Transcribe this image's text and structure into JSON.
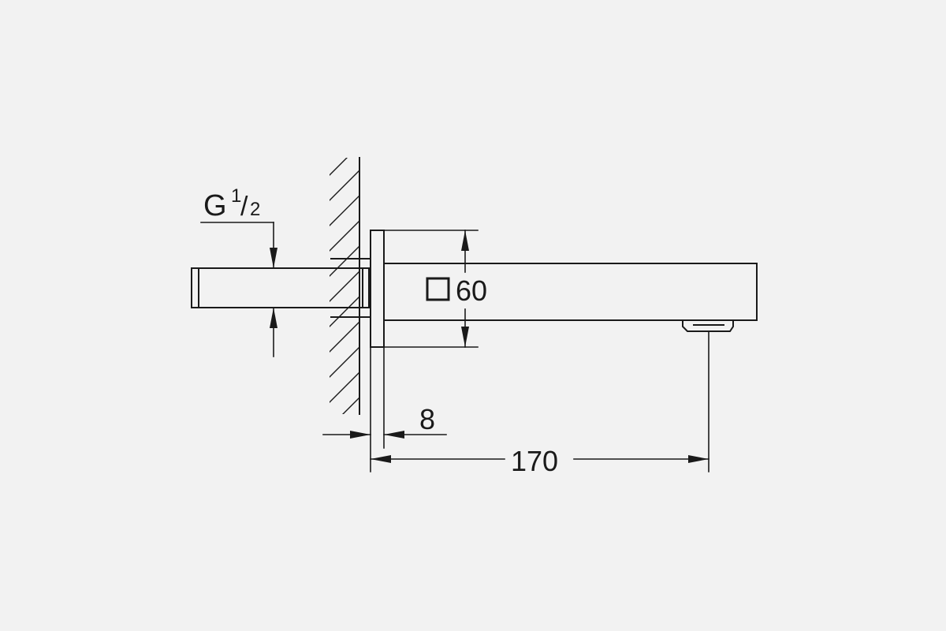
{
  "colors": {
    "background": "#f2f2f2",
    "line": "#1a1a1a"
  },
  "labels": {
    "thread_prefix": "G",
    "thread_numerator": "1",
    "thread_slash": "/",
    "thread_denominator": "2",
    "square_size": "60",
    "rosette_depth": "8",
    "spout_length": "170"
  },
  "icons": {
    "square_symbol": "square-section-icon"
  }
}
